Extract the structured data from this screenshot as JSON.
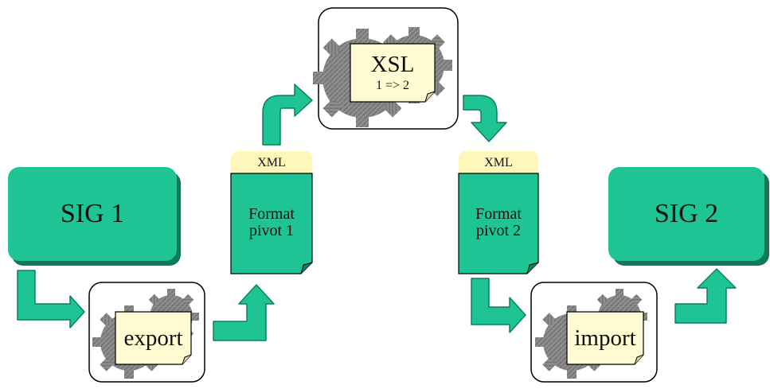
{
  "nodes": {
    "sig1": {
      "label": "SIG 1"
    },
    "sig2": {
      "label": "SIG 2"
    },
    "xsl": {
      "title": "XSL",
      "subtitle": "1 => 2"
    },
    "export": {
      "label": "export"
    },
    "import": {
      "label": "import"
    },
    "pivot1": {
      "tag": "XML",
      "line1": "Format",
      "line2": "pivot 1"
    },
    "pivot2": {
      "tag": "XML",
      "line1": "Format",
      "line2": "pivot 2"
    }
  },
  "colors": {
    "teal": "#1fc495",
    "teal_dark": "#0f7f60",
    "note_yellow": "#fffbd2",
    "tab_yellow": "#fff6b9",
    "gear": "#8b8b8b"
  }
}
